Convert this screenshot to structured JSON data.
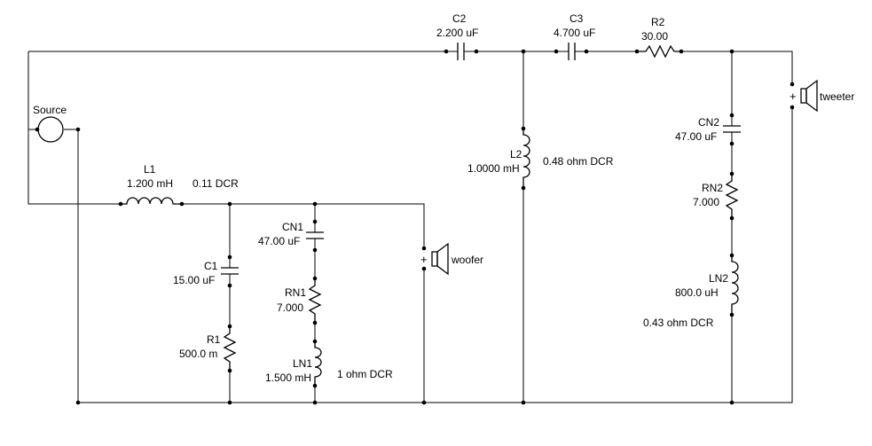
{
  "components": {
    "source": {
      "label": "Source"
    },
    "c2": {
      "name": "C2",
      "value": "2.200 uF"
    },
    "c3": {
      "name": "C3",
      "value": "4.700 uF"
    },
    "r2": {
      "name": "R2",
      "value": "30.00"
    },
    "l1": {
      "name": "L1",
      "value": "1.200 mH",
      "dcr": "0.11 DCR"
    },
    "c1": {
      "name": "C1",
      "value": "15.00 uF"
    },
    "r1": {
      "name": "R1",
      "value": "500.0 m"
    },
    "cn1": {
      "name": "CN1",
      "value": "47.00 uF"
    },
    "rn1": {
      "name": "RN1",
      "value": "7.000"
    },
    "ln1": {
      "name": "LN1",
      "value": "1.500 mH",
      "dcr": "1 ohm DCR"
    },
    "woofer": {
      "label": "woofer",
      "polarity": "+"
    },
    "l2": {
      "name": "L2",
      "value": "1.0000 mH",
      "dcr": "0.48 ohm DCR"
    },
    "cn2": {
      "name": "CN2",
      "value": "47.00 uF"
    },
    "rn2": {
      "name": "RN2",
      "value": "7.000"
    },
    "ln2": {
      "name": "LN2",
      "value": "800.0 uH",
      "dcr": "0.43 ohm DCR"
    },
    "tweeter": {
      "label": "tweeter",
      "polarity": "+"
    }
  }
}
